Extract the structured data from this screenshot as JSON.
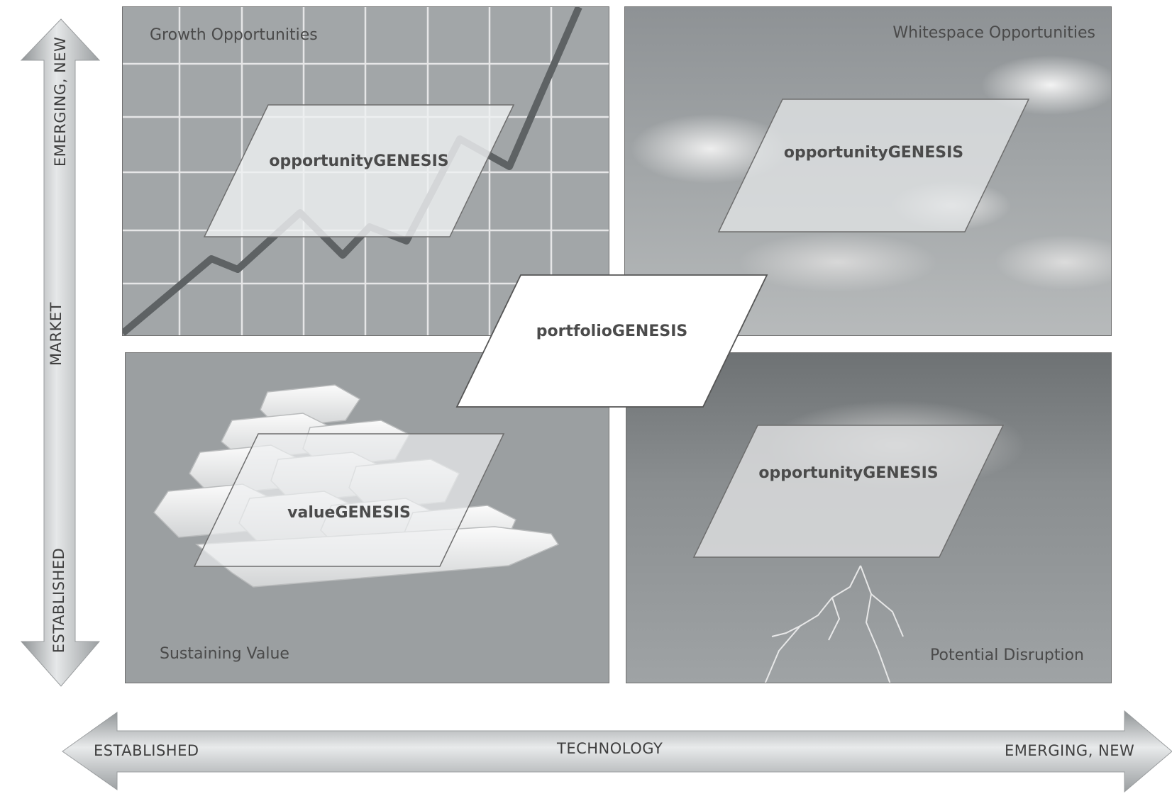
{
  "quadrants": {
    "top_left": {
      "label": "Growth Opportunities",
      "box": "opportunityGENESIS"
    },
    "top_right": {
      "label": "Whitespace Opportunities",
      "box": "opportunityGENESIS"
    },
    "bottom_left": {
      "label": "Sustaining Value",
      "box": "valueGENESIS"
    },
    "bottom_right": {
      "label": "Potential Disruption",
      "box": "opportunityGENESIS"
    }
  },
  "center_box": "portfolioGENESIS",
  "vertical_axis": {
    "title": "MARKET",
    "top_end": "EMERGING, NEW",
    "bottom_end": "ESTABLISHED"
  },
  "horizontal_axis": {
    "title": "TECHNOLOGY",
    "left_end": "ESTABLISHED",
    "right_end": "EMERGING, NEW"
  },
  "colors": {
    "arrow_light": "#e4e6e7",
    "arrow_dark": "#8f9395",
    "panel_border": "#6f6f6f",
    "text": "#4a4a4a"
  }
}
